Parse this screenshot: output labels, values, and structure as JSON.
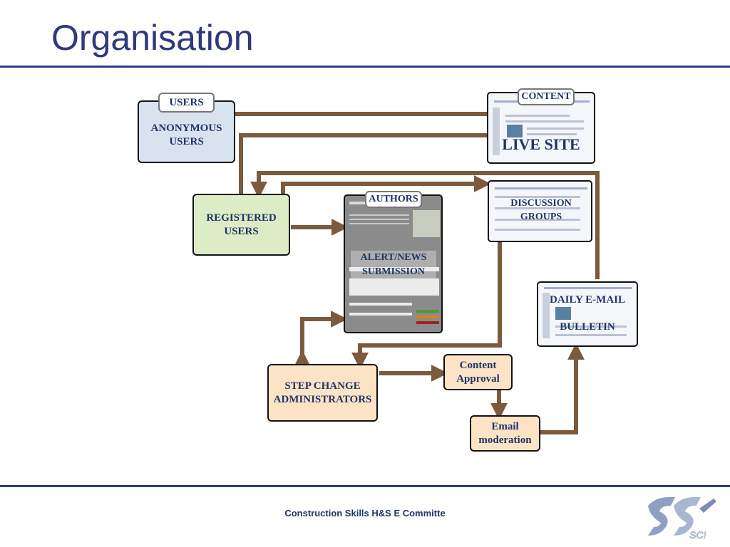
{
  "title": "Organisation",
  "nodes": {
    "users_tag": "USERS",
    "anonymous": "ANONYMOUS USERS",
    "content_tag": "CONTENT",
    "live_site": "LIVE SITE",
    "registered": "REGISTERED USERS",
    "authors_tag": "AUTHORS",
    "alert_submission": "ALERT/NEWS SUBMISSION",
    "discussion": "DISCUSSION GROUPS",
    "daily_email": "DAILY E-MAIL",
    "bulletin": "BULLETIN",
    "step_change": "STEP CHANGE ADMINISTRATORS",
    "content_approval": "Content Approval",
    "email_moderation": "Email moderation"
  },
  "footer": "Construction Skills  H&S E Committe",
  "logo_text": "SCI",
  "colors": {
    "title": "#2e3a7c",
    "arrow": "#7b5a3e",
    "anonymous_fill": "#d9e3ef",
    "registered_fill": "#dcecc4",
    "orange_fill": "#fce3c6"
  }
}
